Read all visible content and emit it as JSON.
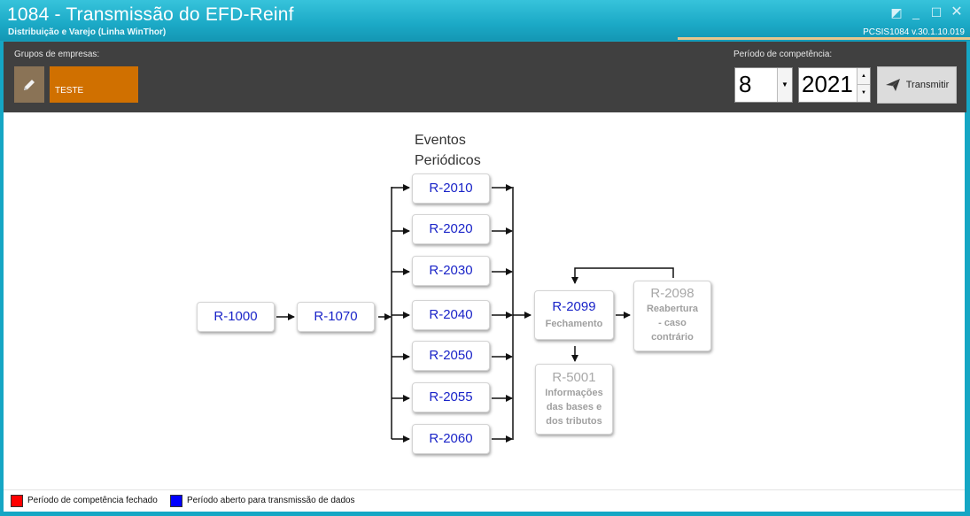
{
  "window": {
    "title": "1084 - Transmissão do EFD-Reinf",
    "subtitle": "Distribuição e Varejo (Linha WinThor)",
    "version": "PCSIS1084  v.30.1.10.019",
    "controls": {
      "restore": "◩",
      "minimize": "_",
      "maximize": "☐",
      "close": "✕"
    }
  },
  "toolbar": {
    "grupos_label": "Grupos de empresas:",
    "edit_icon": "pencil-icon",
    "group_name": "TESTE",
    "periodo_label": "Período de competência:",
    "month": "8",
    "year": "2021",
    "transmit_label": "Transmitir",
    "transmit_icon": "paper-plane-icon"
  },
  "diagram": {
    "section_title_line1": "Eventos",
    "section_title_line2": "Periódicos",
    "r1000": "R-1000",
    "r1070": "R-1070",
    "periodic": [
      "R-2010",
      "R-2020",
      "R-2030",
      "R-2040",
      "R-2050",
      "R-2055",
      "R-2060"
    ],
    "r2099": {
      "code": "R-2099",
      "desc": "Fechamento"
    },
    "r2098": {
      "code": "R-2098",
      "desc_line1": "Reabertura",
      "desc_line2": "- caso",
      "desc_line3": "contrário"
    },
    "r5001": {
      "code": "R-5001",
      "desc_line1": "Informações",
      "desc_line2": "das bases e",
      "desc_line3": "dos tributos"
    }
  },
  "legend": {
    "closed_label": "Período de competência fechado",
    "closed_color": "#ff0000",
    "open_label": "Período aberto para transmissão de dados",
    "open_color": "#0000ff"
  }
}
